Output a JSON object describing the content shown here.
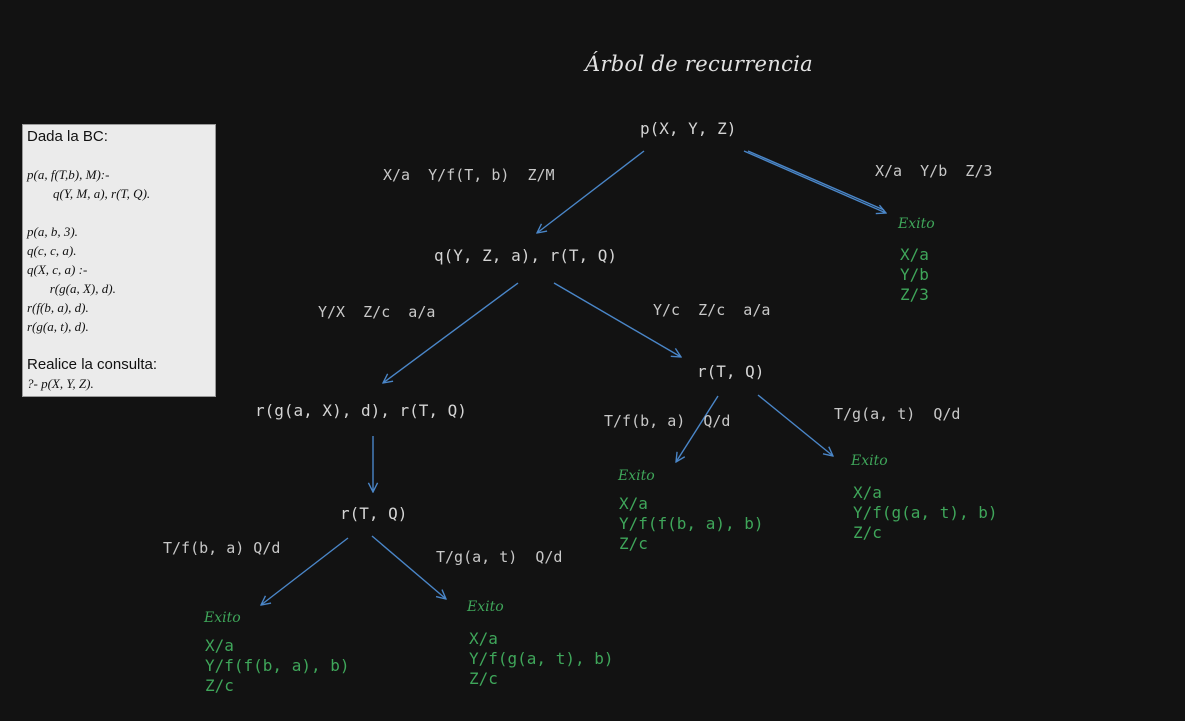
{
  "title": "Árbol de recurrencia",
  "knowledge_base": {
    "heading": "Dada la BC:",
    "clause1_lines": [
      "p(a, f(T,b), M):-",
      "        q(Y, M, a), r(T, Q)."
    ],
    "facts": [
      "p(a, b, 3).",
      "q(c, c, a).",
      "q(X, c, a) :-",
      "       r(g(a, X), d).",
      "r(f(b, a), d).",
      "r(g(a, t), d)."
    ],
    "query_heading": "Realice la consulta:",
    "query": "?- p(X, Y, Z)."
  },
  "nodes": {
    "root": "p(X, Y, Z)",
    "n1": "q(Y, Z, a), r(T, Q)",
    "n2": "r(g(a, X), d), r(T, Q)",
    "n3": "r(T, Q)",
    "n4": "r(T, Q)"
  },
  "edge_labels": {
    "root_n1": "X/a  Y/f(T, b)  Z/M",
    "root_ok": "X/a  Y/b  Z/3",
    "n1_n2": "Y/X  Z/c  a/a",
    "n1_n3": "Y/c  Z/c  a/a",
    "n3_ok1": "T/f(b, a)  Q/d",
    "n3_ok2": "T/g(a, t)  Q/d",
    "n4_ok1": "T/f(b, a) Q/d",
    "n4_ok2": "T/g(a, t)  Q/d"
  },
  "success_label": "Exito",
  "results": {
    "r1": [
      "X/a",
      "Y/b",
      "Z/3"
    ],
    "r2": [
      "X/a",
      "Y/f(f(b, a), b)",
      "Z/c"
    ],
    "r3": [
      "X/a",
      "Y/f(g(a, t), b)",
      "Z/c"
    ],
    "r4": [
      "X/a",
      "Y/f(f(b, a), b)",
      "Z/c"
    ],
    "r5": [
      "X/a",
      "Y/f(g(a, t), b)",
      "Z/c"
    ]
  },
  "colors": {
    "background": "#121212",
    "text": "#d4d4d4",
    "success": "#3fa65a",
    "arrow": "#4a86c8",
    "panel": "#ebebeb"
  }
}
